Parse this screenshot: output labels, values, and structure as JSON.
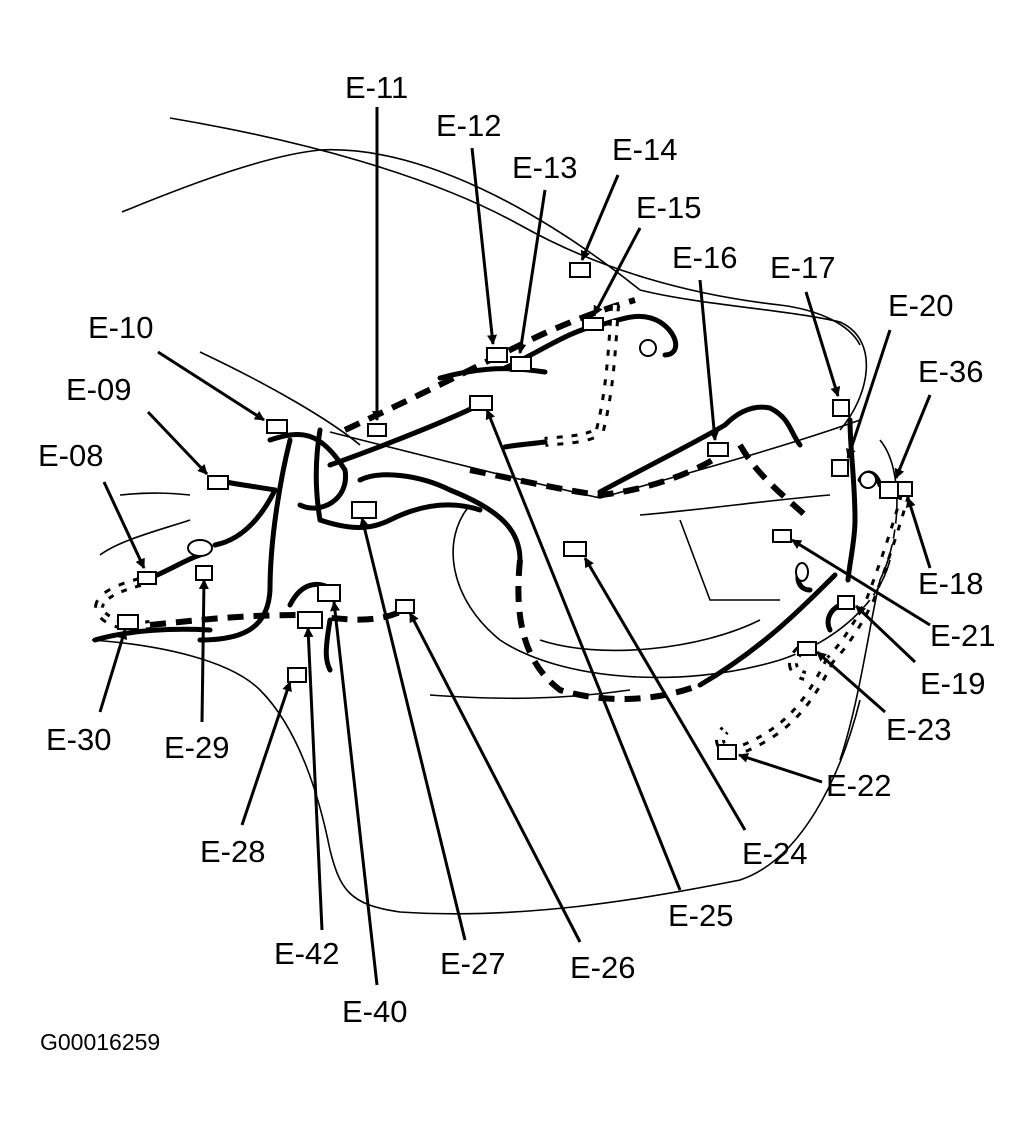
{
  "labels": {
    "e08": "E-08",
    "e09": "E-09",
    "e10": "E-10",
    "e11": "E-11",
    "e12": "E-12",
    "e13": "E-13",
    "e14": "E-14",
    "e15": "E-15",
    "e16": "E-16",
    "e17": "E-17",
    "e18": "E-18",
    "e19": "E-19",
    "e20": "E-20",
    "e21": "E-21",
    "e22": "E-22",
    "e23": "E-23",
    "e24": "E-24",
    "e25": "E-25",
    "e26": "E-26",
    "e27": "E-27",
    "e28": "E-28",
    "e29": "E-29",
    "e30": "E-30",
    "e36": "E-36",
    "e40": "E-40",
    "e42": "E-42"
  },
  "figure_id": "G00016259"
}
